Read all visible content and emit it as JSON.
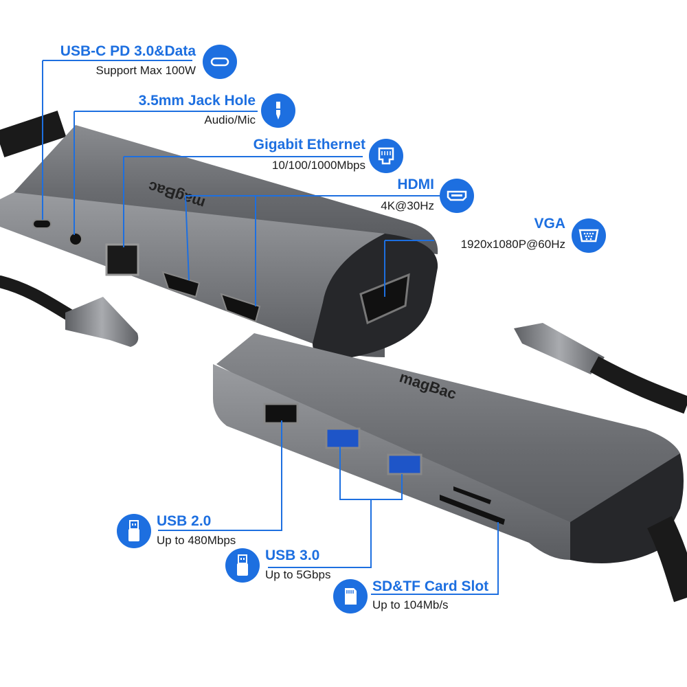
{
  "device": {
    "brand_top": "magBac",
    "brand_bottom": "magBac"
  },
  "ports": {
    "usbc": {
      "title": "USB-C PD 3.0&Data",
      "sub": "Support Max 100W",
      "icon": "usb-c-icon"
    },
    "jack": {
      "title": "3.5mm Jack Hole",
      "sub": "Audio/Mic",
      "icon": "headphone-jack-icon"
    },
    "ethernet": {
      "title": "Gigabit Ethernet",
      "sub": "10/100/1000Mbps",
      "icon": "ethernet-icon"
    },
    "hdmi": {
      "title": "HDMI",
      "sub": "4K@30Hz",
      "icon": "hdmi-icon"
    },
    "vga": {
      "title": "VGA",
      "sub": "1920x1080P@60Hz",
      "icon": "vga-icon"
    },
    "usb2": {
      "title": "USB 2.0",
      "sub": "Up to 480Mbps",
      "icon": "usb-a-icon"
    },
    "usb3": {
      "title": "USB 3.0",
      "sub": "Up to 5Gbps",
      "icon": "usb-a-icon"
    },
    "sd": {
      "title": "SD&TF Card Slot",
      "sub": "Up to 104Mb/s",
      "icon": "sd-card-icon"
    }
  },
  "colors": {
    "accent": "#1d6fe0",
    "device_body": "#5f6166",
    "device_dark": "#2a2b2e",
    "cable": "#1a1a1a"
  }
}
